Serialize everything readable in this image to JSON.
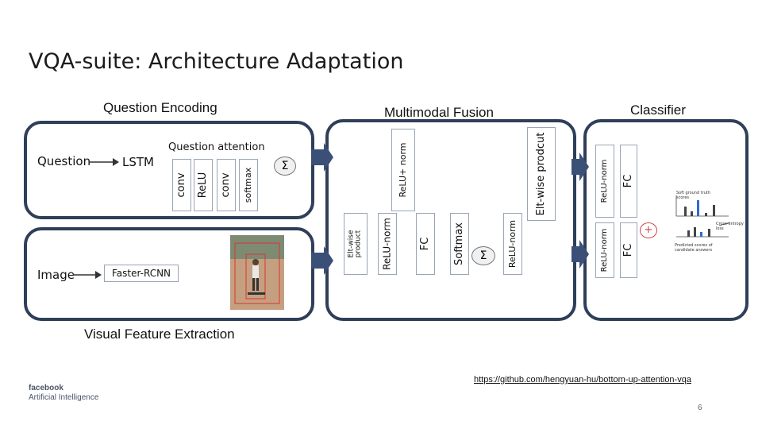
{
  "slide": {
    "title": "VQA-suite: Architecture Adaptation",
    "page_number": "6",
    "link": "https://github.com/hengyuan-hu/bottom-up-attention-vqa"
  },
  "sections": {
    "question_encoding": "Question Encoding",
    "multimodal_fusion": "Multimodal Fusion",
    "classifier": "Classifier",
    "visual_feature_extraction": "Visual Feature Extraction"
  },
  "question_branch": {
    "input_label": "Question",
    "lstm_label": "LSTM",
    "attention_label": "Question attention",
    "blocks": [
      "conv",
      "ReLU",
      "conv",
      "softmax"
    ],
    "sum_symbol": "Σ"
  },
  "image_branch": {
    "input_label": "Image",
    "extractor_label": "Faster-RCNN"
  },
  "fusion": {
    "top_block": "ReLU+ norm",
    "bottom_blocks": [
      "Elt-wise product",
      "ReLU-norm",
      "FC",
      "Softmax",
      "ReLU-norm"
    ],
    "sum_symbol": "Σ",
    "eltwise_label": "Elt-wise prodcut"
  },
  "classifier": {
    "top_blocks": [
      "ReLU-norm",
      "FC"
    ],
    "bottom_blocks": [
      "ReLU-norm",
      "FC"
    ],
    "plus_symbol": "+",
    "annotations": [
      "Soft ground truth scores",
      "Cross-entropy loss",
      "Predicted scores of candidate answers"
    ]
  },
  "logo": {
    "line1": "facebook",
    "line2": "Artificial Intelligence"
  },
  "colors": {
    "panel_border": "#2f3f59",
    "arrow": "#3b5076"
  }
}
